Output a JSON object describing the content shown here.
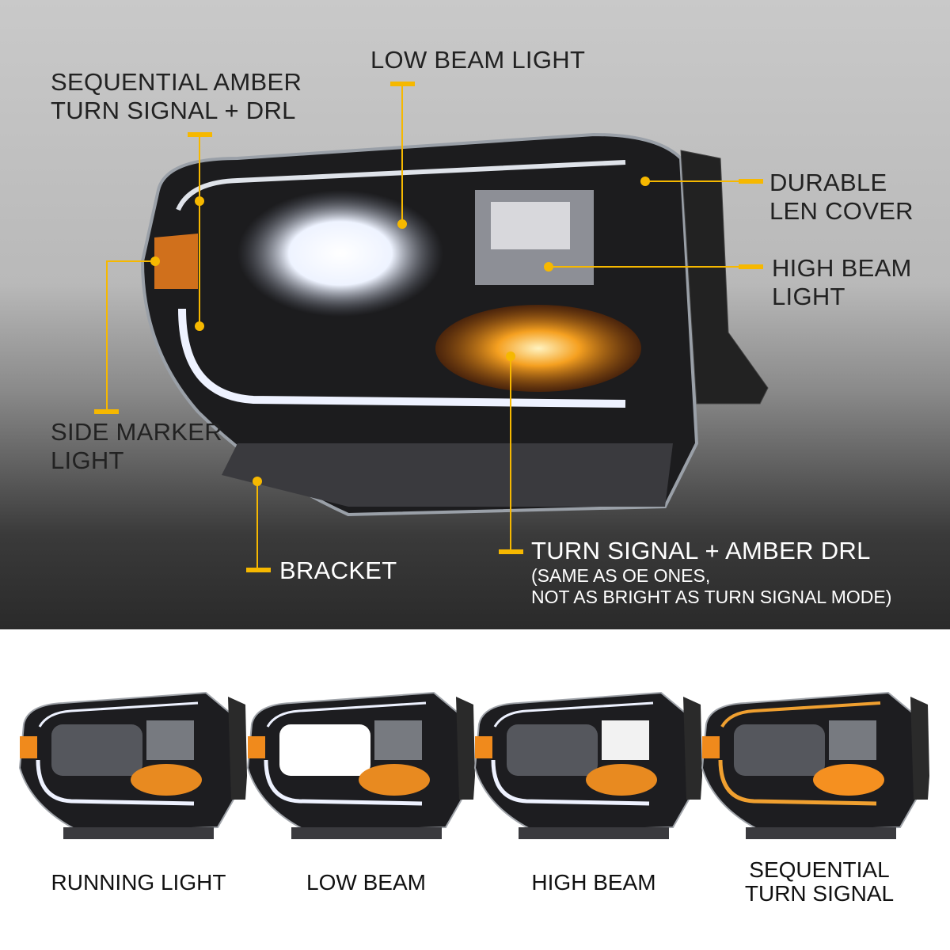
{
  "callouts": {
    "sequential_amber": [
      "SEQUENTIAL AMBER",
      "TURN SIGNAL + DRL"
    ],
    "low_beam": "LOW BEAM LIGHT",
    "lens_cover": [
      "DURABLE",
      "LEN COVER"
    ],
    "high_beam": [
      "HIGH BEAM",
      "LIGHT"
    ],
    "side_marker": [
      "SIDE MARKER",
      "LIGHT"
    ],
    "bracket": "BRACKET",
    "turn_signal": "TURN SIGNAL + AMBER DRL",
    "turn_signal_note": [
      "(SAME AS OE ONES,",
      "NOT AS BRIGHT AS TURN SIGNAL MODE)"
    ]
  },
  "modes": [
    {
      "label": "RUNNING LIGHT"
    },
    {
      "label": "LOW BEAM"
    },
    {
      "label": "HIGH BEAM"
    },
    {
      "label": [
        "SEQUENTIAL",
        "TURN SIGNAL"
      ]
    }
  ],
  "colors": {
    "accent": "#f6b800",
    "amber": "#f08a1c"
  }
}
